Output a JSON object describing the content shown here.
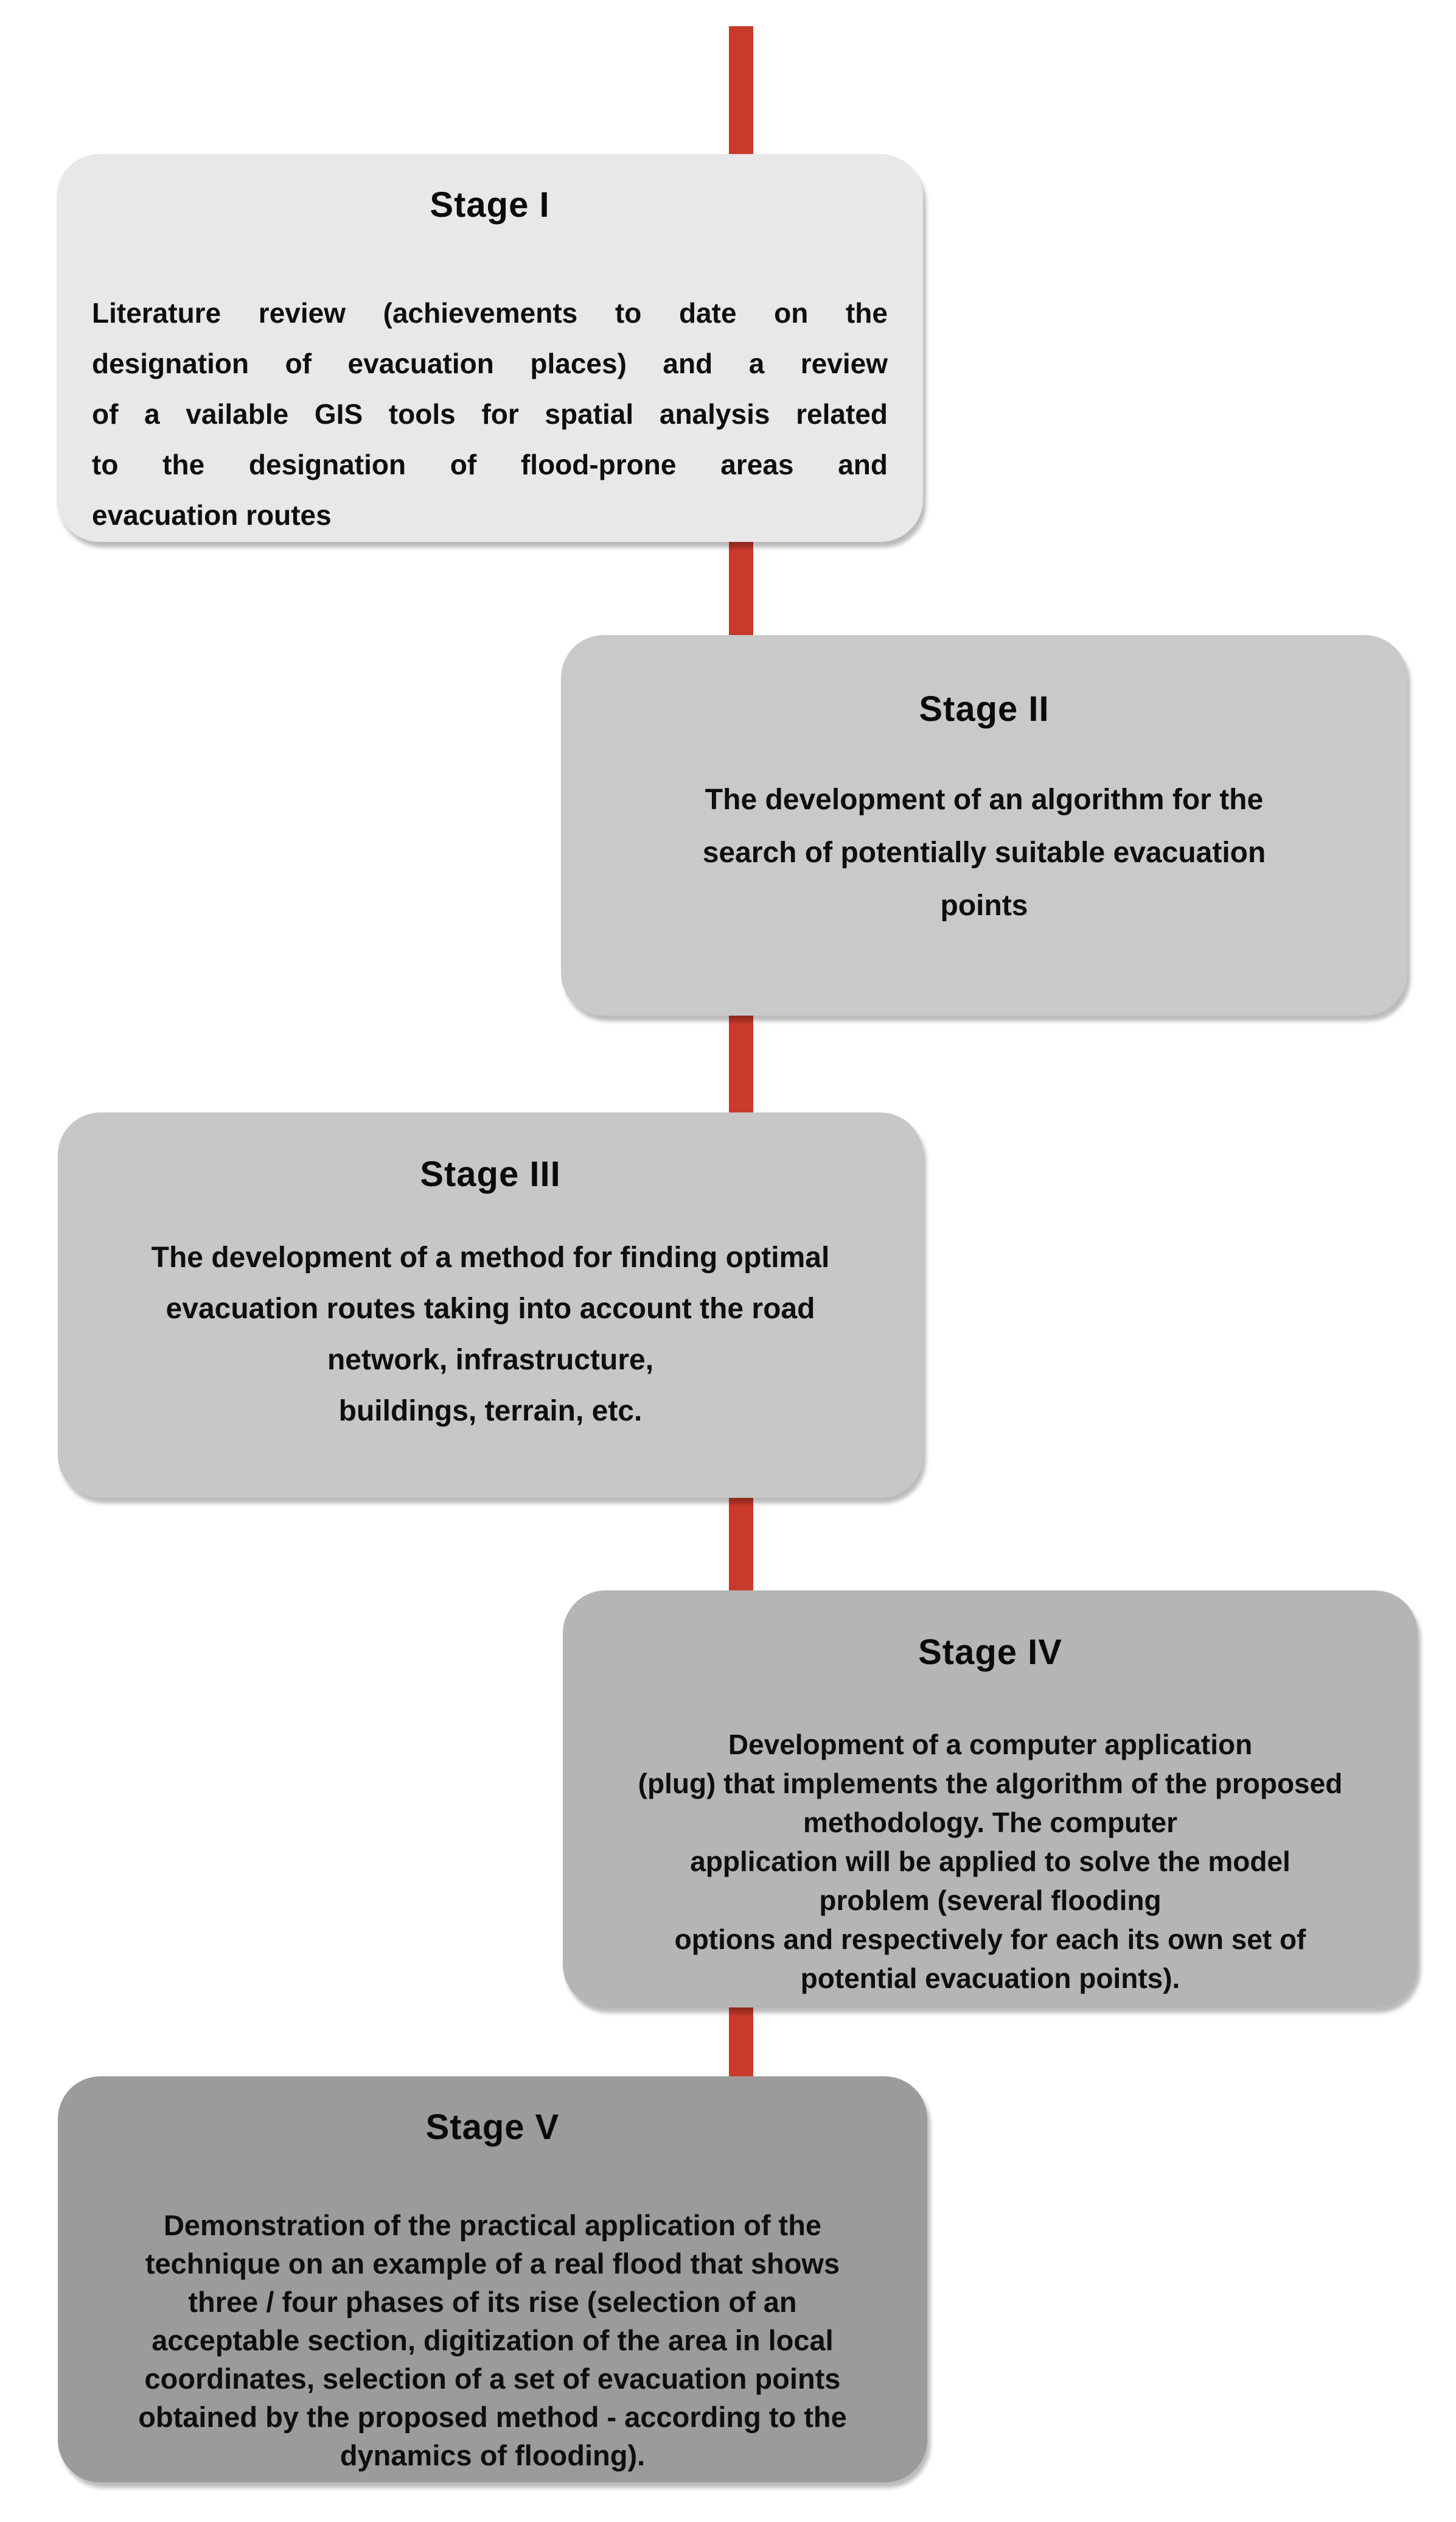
{
  "canvas": {
    "background": "#ffffff",
    "text_color": "#0e0e0e"
  },
  "connector": {
    "color": "#c83a2a"
  },
  "stages": [
    {
      "title": "Stage I",
      "fill": "#e8e8e8",
      "text_align": "justify",
      "lines": [
        "Literature review (achievements to date on the",
        "designation of evacuation places) and a review",
        "of a vailable GIS tools for spatial analysis related",
        "to the designation of flood-prone areas and",
        "evacuation routes"
      ]
    },
    {
      "title": "Stage II",
      "fill": "#c9c9c9",
      "text_align": "center",
      "lines": [
        "The development of an algorithm for the",
        "search of potentially suitable evacuation",
        "points"
      ]
    },
    {
      "title": "Stage III",
      "fill": "#c7c7c7",
      "text_align": "center",
      "lines": [
        "The development of a method for finding optimal",
        "evacuation routes taking into account the road",
        "network, infrastructure,",
        "buildings, terrain, etc."
      ]
    },
    {
      "title": "Stage IV",
      "fill": "#b5b5b5",
      "text_align": "center",
      "lines": [
        "Development of a computer application",
        "(plug) that implements the algorithm of the proposed",
        "methodology. The computer",
        "application will be applied to solve the model",
        "problem (several flooding",
        "options and respectively for each its own set of",
        "potential evacuation points)."
      ]
    },
    {
      "title": "Stage V",
      "fill": "#9b9b9b",
      "text_align": "center",
      "lines": [
        "Demonstration of the practical application of the",
        "technique on an example of a real flood that shows",
        "three / four phases of its rise (selection of an",
        "acceptable section, digitization of the area in local",
        "coordinates, selection of a set of evacuation points",
        "obtained by the proposed method - according to the",
        "dynamics of flooding)."
      ]
    }
  ]
}
